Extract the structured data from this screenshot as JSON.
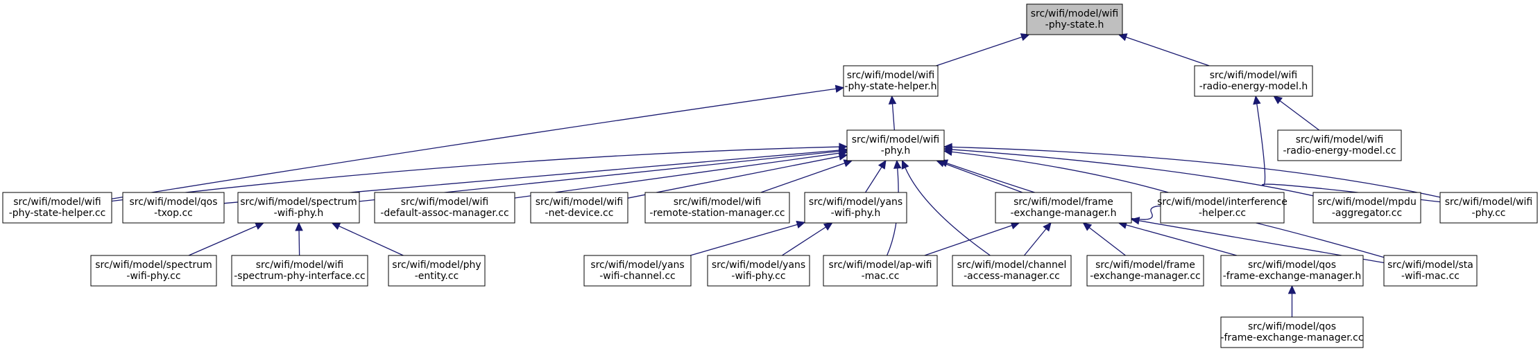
{
  "graph": {
    "colors": {
      "edge": "#191970",
      "root_fill": "#bfbfbf",
      "node_fill": "#ffffff",
      "border": "#000000"
    },
    "nodes": {
      "n0": [
        "src/wifi/model/wifi",
        "-phy-state.h"
      ],
      "n1": [
        "src/wifi/model/wifi",
        "-phy-state-helper.h"
      ],
      "n2": [
        "src/wifi/model/wifi",
        "-radio-energy-model.h"
      ],
      "n3": [
        "src/wifi/model/wifi",
        "-phy.h"
      ],
      "n4": [
        "src/wifi/model/wifi",
        "-radio-energy-model.cc"
      ],
      "n5": [
        "src/wifi/model/wifi",
        "-phy-state-helper.cc"
      ],
      "n6": [
        "src/wifi/model/qos",
        "-txop.cc"
      ],
      "n7": [
        "src/wifi/model/spectrum",
        "-wifi-phy.h"
      ],
      "n8": [
        "src/wifi/model/wifi",
        "-default-assoc-manager.cc"
      ],
      "n9": [
        "src/wifi/model/wifi",
        "-net-device.cc"
      ],
      "n10": [
        "src/wifi/model/wifi",
        "-remote-station-manager.cc"
      ],
      "n11": [
        "src/wifi/model/yans",
        "-wifi-phy.h"
      ],
      "n12": [
        "src/wifi/model/frame",
        "-exchange-manager.h"
      ],
      "n13": [
        "src/wifi/model/interference",
        "-helper.cc"
      ],
      "n14": [
        "src/wifi/model/mpdu",
        "-aggregator.cc"
      ],
      "n15": [
        "src/wifi/model/wifi",
        "-phy.cc"
      ],
      "n16": [
        "src/wifi/model/spectrum",
        "-wifi-phy.cc"
      ],
      "n17": [
        "src/wifi/model/wifi",
        "-spectrum-phy-interface.cc"
      ],
      "n18": [
        "src/wifi/model/phy",
        "-entity.cc"
      ],
      "n19": [
        "src/wifi/model/yans",
        "-wifi-channel.cc"
      ],
      "n20": [
        "src/wifi/model/yans",
        "-wifi-phy.cc"
      ],
      "n21": [
        "src/wifi/model/ap-wifi",
        "-mac.cc"
      ],
      "n22": [
        "src/wifi/model/channel",
        "-access-manager.cc"
      ],
      "n23": [
        "src/wifi/model/frame",
        "-exchange-manager.cc"
      ],
      "n24": [
        "src/wifi/model/qos",
        "-frame-exchange-manager.h"
      ],
      "n25": [
        "src/wifi/model/sta",
        "-wifi-mac.cc"
      ],
      "n26": [
        "src/wifi/model/qos",
        "-frame-exchange-manager.cc"
      ]
    },
    "edges": [
      [
        "n1",
        "n0"
      ],
      [
        "n2",
        "n0"
      ],
      [
        "n3",
        "n1"
      ],
      [
        "n5",
        "n1"
      ],
      [
        "n4",
        "n2"
      ],
      [
        "n15",
        "n2"
      ],
      [
        "n5",
        "n3"
      ],
      [
        "n6",
        "n3"
      ],
      [
        "n7",
        "n3"
      ],
      [
        "n8",
        "n3"
      ],
      [
        "n9",
        "n3"
      ],
      [
        "n10",
        "n3"
      ],
      [
        "n11",
        "n3"
      ],
      [
        "n12",
        "n3"
      ],
      [
        "n13",
        "n3"
      ],
      [
        "n14",
        "n3"
      ],
      [
        "n15",
        "n3"
      ],
      [
        "n21",
        "n3"
      ],
      [
        "n22",
        "n3"
      ],
      [
        "n25",
        "n3"
      ],
      [
        "n16",
        "n7"
      ],
      [
        "n17",
        "n7"
      ],
      [
        "n18",
        "n7"
      ],
      [
        "n19",
        "n11"
      ],
      [
        "n20",
        "n11"
      ],
      [
        "n21",
        "n12"
      ],
      [
        "n22",
        "n12"
      ],
      [
        "n23",
        "n12"
      ],
      [
        "n24",
        "n12"
      ],
      [
        "n25",
        "n12"
      ],
      [
        "n26",
        "n24"
      ]
    ]
  }
}
